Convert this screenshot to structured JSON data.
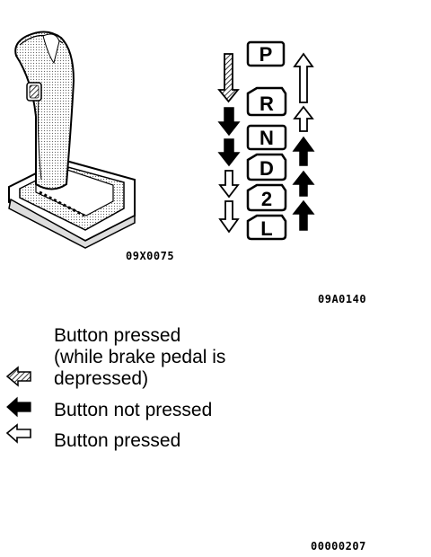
{
  "figure": {
    "codes": {
      "shifter": "09X0075",
      "diagram": "09A0140",
      "page": "00000207"
    },
    "gear_positions": [
      "P",
      "R",
      "N",
      "D",
      "2",
      "L"
    ],
    "shift_down": [
      "hatched",
      "filled",
      "filled",
      "outline",
      "outline"
    ],
    "shift_up": [
      "outline",
      "outline",
      "filled",
      "filled",
      "filled"
    ]
  },
  "legend": {
    "items": [
      {
        "icon": "hatched-arrow-icon",
        "lines": [
          "Button pressed",
          "(while brake pedal is",
          "depressed)"
        ]
      },
      {
        "icon": "filled-arrow-icon",
        "lines": [
          "Button not pressed"
        ]
      },
      {
        "icon": "outline-arrow-icon",
        "lines": [
          "Button pressed"
        ]
      }
    ]
  }
}
